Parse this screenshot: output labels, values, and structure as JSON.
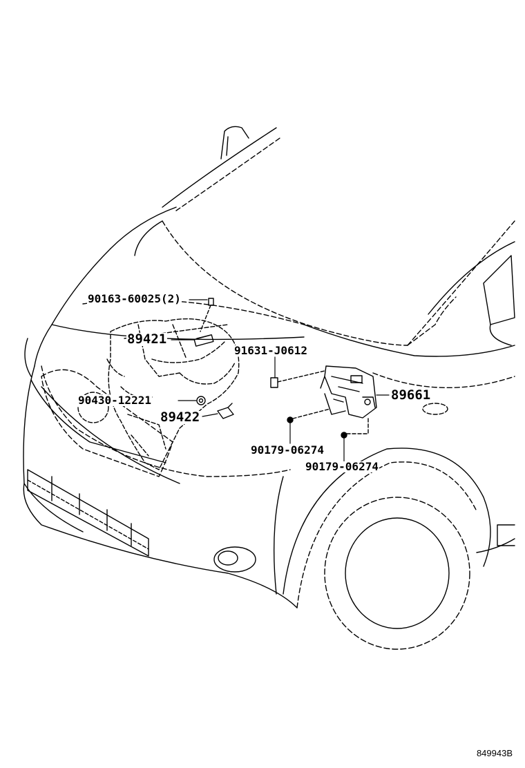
{
  "diagram_id": "849943B",
  "callouts": {
    "c1": "90163-60025(2)",
    "c2": "89421",
    "c3": "91631-J0612",
    "c4": "89661",
    "c5": "90430-12221",
    "c6": "89422",
    "c7": "90179-06274",
    "c8": "90179-06274"
  },
  "colors": {
    "line": "#000000",
    "background": "#ffffff"
  }
}
